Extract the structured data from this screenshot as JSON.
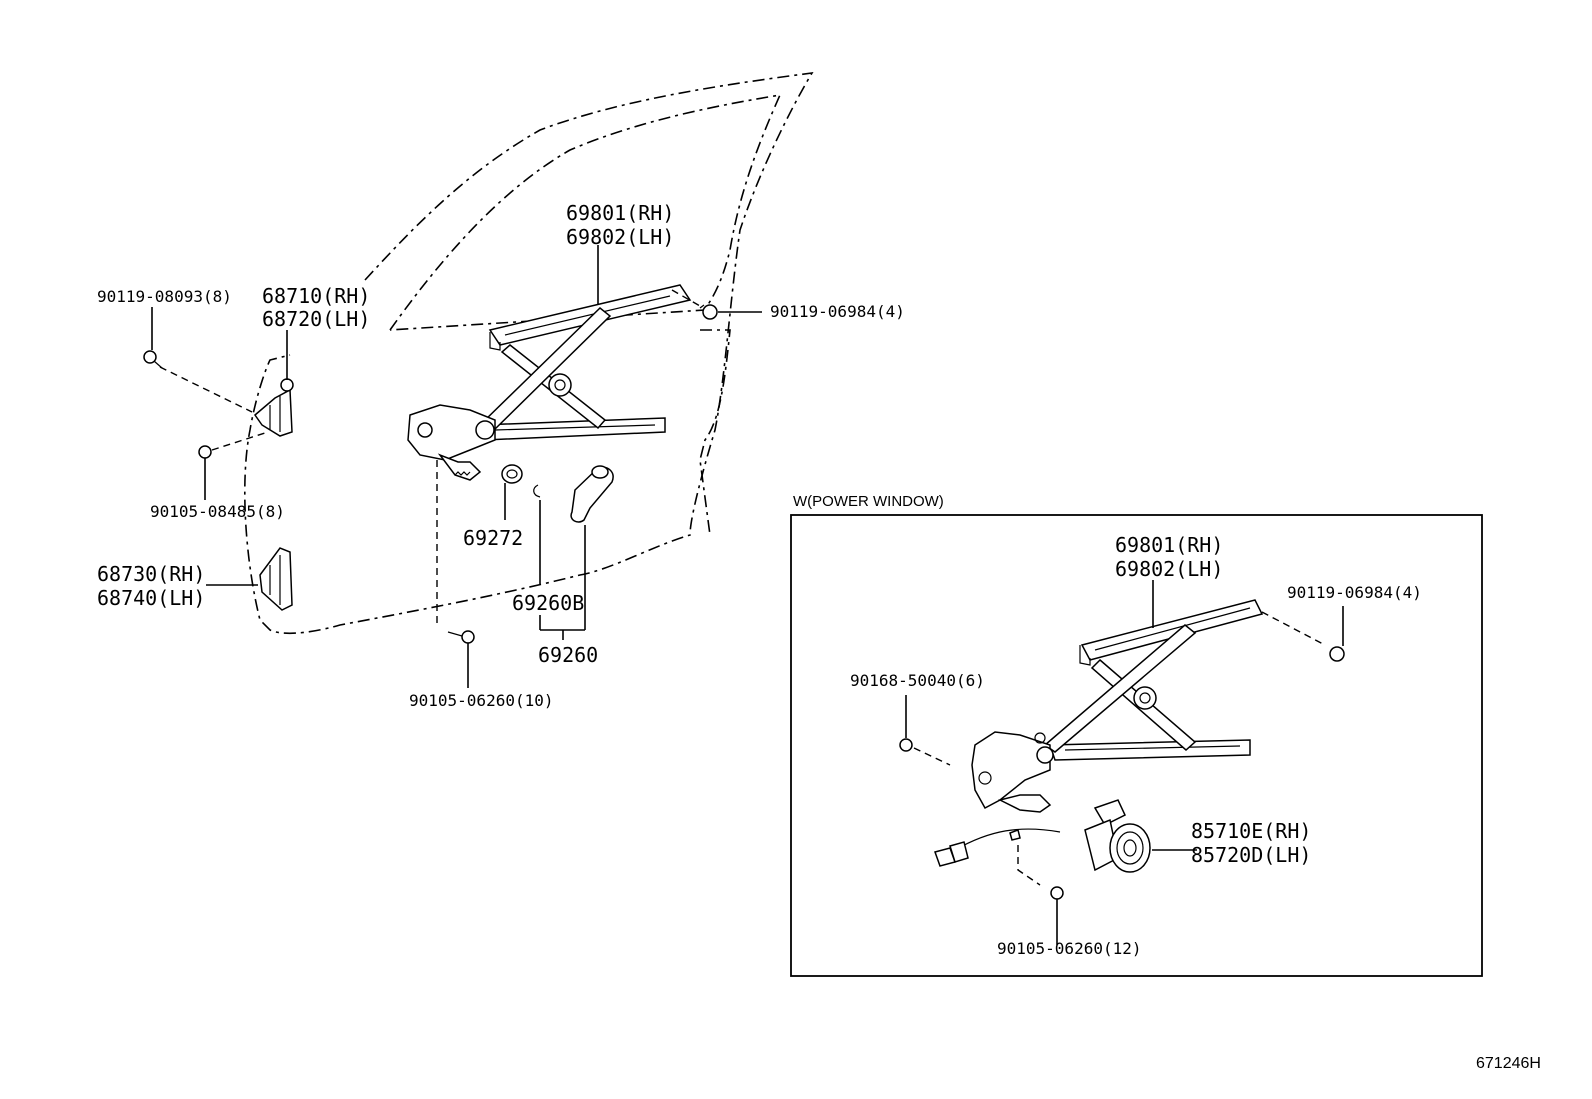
{
  "labels": {
    "regulator_main_rh": "69801(RH)",
    "regulator_main_lh": "69802(LH)",
    "bolt_main_right": "90119-06984(4)",
    "bolt_upper_left": "90119-08093(8)",
    "hinge_upper_rh": "68710(RH)",
    "hinge_upper_lh": "68720(LH)",
    "bolt_mid_left": "90105-08485(8)",
    "hinge_lower_rh": "68730(RH)",
    "hinge_lower_lh": "68740(LH)",
    "plate_69272": "69272",
    "clip_69260b": "69260B",
    "handle_69260": "69260",
    "bolt_bottom_main": "90105-06260(10)",
    "pw_box_title": "W(POWER WINDOW)",
    "pw_regulator_rh": "69801(RH)",
    "pw_regulator_lh": "69802(LH)",
    "pw_bolt_right": "90119-06984(4)",
    "pw_bolt_left": "90168-50040(6)",
    "pw_motor_rh": "85710E(RH)",
    "pw_motor_lh": "85720D(LH)",
    "pw_bolt_bottom": "90105-06260(12)",
    "diagram_code": "671246H"
  }
}
